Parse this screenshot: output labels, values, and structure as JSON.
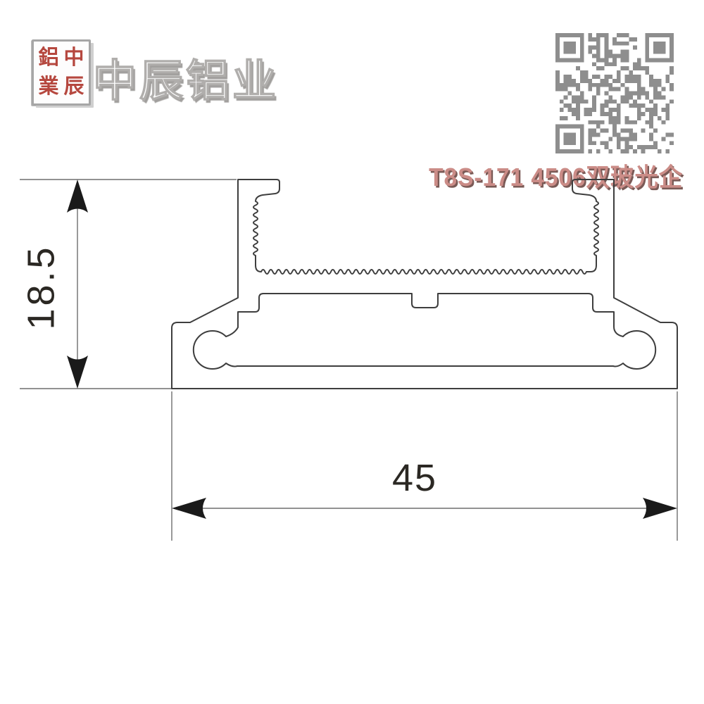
{
  "header": {
    "company_name": "中辰铝业",
    "seal_characters": [
      "鋁",
      "中",
      "業",
      "辰"
    ],
    "seal_text_color": "#b5473e",
    "product_code": "T8S-171  4506双玻光企",
    "product_code_color": "#cb8c87",
    "product_code_shadow_color": "#7a5a56",
    "qr_color": "#8e8e8e",
    "qr_seed": "T8S-171-4506"
  },
  "drawing": {
    "height_dimension": "18.5",
    "width_dimension": "45",
    "outline_color": "#3e3e3e",
    "dimension_line_color": "#6e6e6e",
    "dimension_text_color": "#2b2823",
    "arrow_color": "#1a1a1a"
  }
}
